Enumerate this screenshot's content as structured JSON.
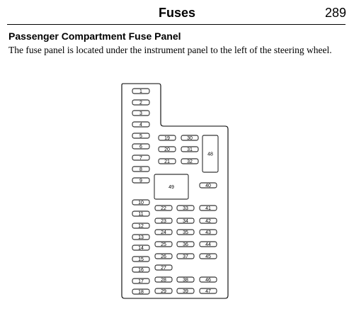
{
  "header": {
    "title": "Fuses",
    "page_number": "289"
  },
  "section": {
    "heading": "Passenger Compartment Fuse Panel",
    "body": "The fuse panel is located under the instrument panel to the left of the steering wheel."
  },
  "fuse_panel": {
    "fuses": [
      "1",
      "2",
      "3",
      "4",
      "5",
      "6",
      "7",
      "8",
      "9",
      "10",
      "11",
      "12",
      "13",
      "14",
      "15",
      "16",
      "17",
      "18",
      "19",
      "20",
      "21",
      "22",
      "23",
      "24",
      "25",
      "26",
      "27",
      "28",
      "29",
      "30",
      "31",
      "32",
      "33",
      "34",
      "35",
      "36",
      "37",
      "38",
      "39",
      "40",
      "41",
      "42",
      "43",
      "44",
      "45",
      "46",
      "47"
    ],
    "relays": [
      "48",
      "49"
    ]
  }
}
